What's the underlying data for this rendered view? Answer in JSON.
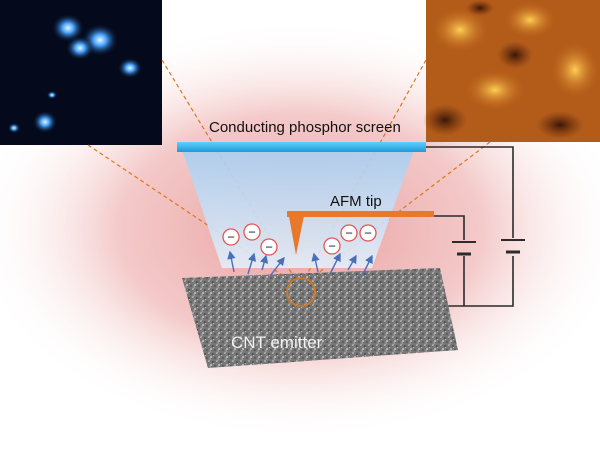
{
  "labels": {
    "screen": "Conducting phosphor screen",
    "tip": "AFM tip",
    "emitter": "CNT emitter"
  },
  "electron_symbol": "−",
  "electron_count": 6,
  "colors": {
    "screen": "#2fb3ec",
    "beam": "#bcd9f2",
    "tip": "#e8782a",
    "electron": "#e05555",
    "arrow": "#4a6fb8",
    "dashes": "#d9781e",
    "circuit": "#2b2b2b",
    "glow": "#f3c4c4",
    "substrate": "#8a8a8a"
  },
  "icons": {
    "luminescence_image": "blue-emission-micrograph",
    "afm_image": "afm-topography-map",
    "battery_left": "battery-icon",
    "battery_right": "battery-icon"
  }
}
